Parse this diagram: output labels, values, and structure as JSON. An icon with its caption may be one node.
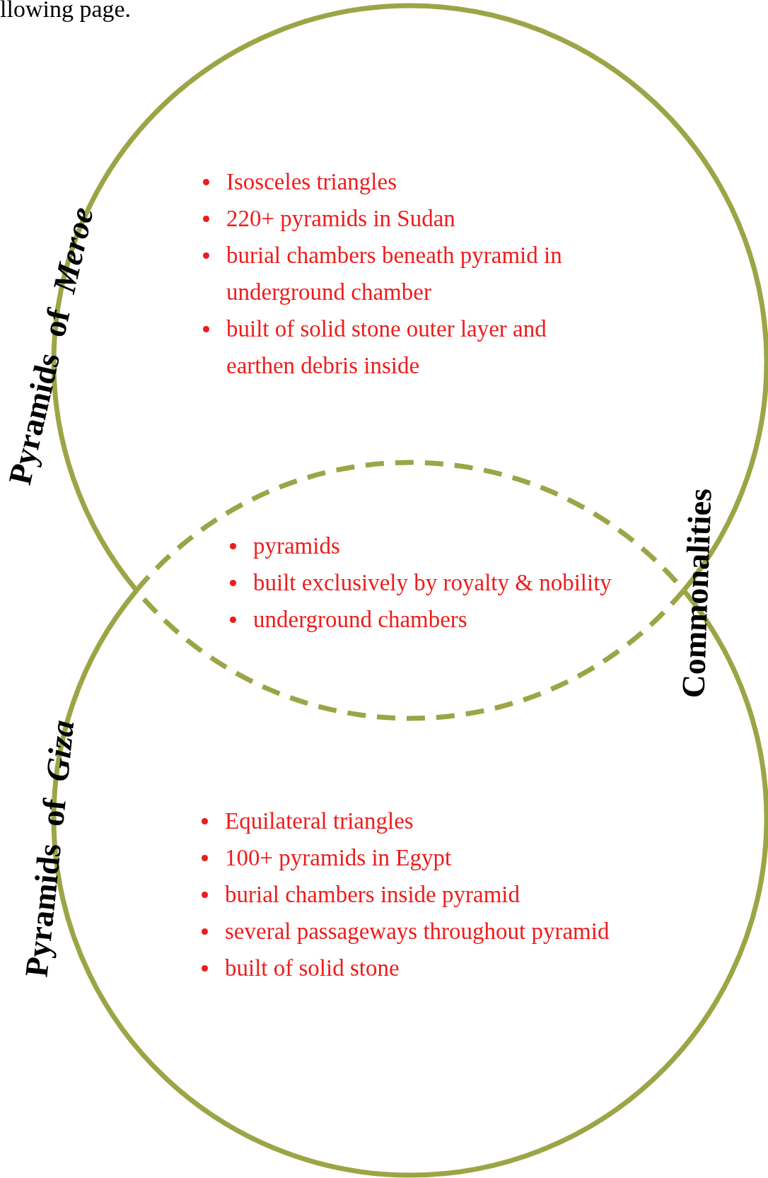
{
  "diagram": {
    "nodes": [
      {
        "text": [
          "Pyramids of *Meroe*",
          "Isosceles triangles",
          "220+ pyramids in Sudan",
          "burial chambers beneath pyramid in underground chamber",
          "built of solid stone outer layer and earthen debris inside"
        ]
      },
      {
        "text": [
          "Pyramids of *Giza*",
          "Equilateral triangles",
          "100+ pyramids in Egypt",
          "burial chambers inside pyramid",
          "several passageways throughout pyramid",
          "built of solid stone"
        ]
      },
      {
        "text": [
          "Commonalities",
          "pyramids",
          "built exclusively by royalty & nobility",
          "underground chambers"
        ]
      }
    ],
    "labels": [
      "llowing page."
    ]
  }
}
